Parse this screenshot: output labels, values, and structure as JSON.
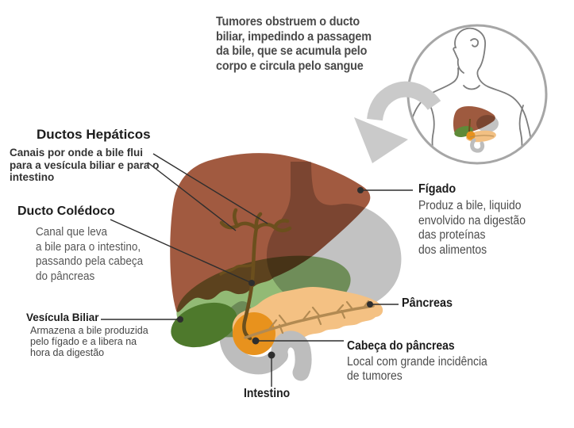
{
  "intro": {
    "text": "Tumores obstruem o ducto biliar, impedindo a passagem da bile, que se acumula pelo corpo e circula pelo sangue",
    "lines": [
      "Tumores obstruem o ducto",
      "biliar, impedindo a passagem",
      "da bile, que se acumula pelo",
      "corpo e circula pelo sangue"
    ]
  },
  "labels": {
    "ductos_hepaticos": {
      "title": "Ductos Hepáticos",
      "description": "Canais por onde a bile flui para a vesícula biliar e para o intestino",
      "lines": [
        "Canais por onde a bile flui",
        "para a vesícula biliar e para o",
        "intestino"
      ]
    },
    "ducto_coledoco": {
      "title": "Ducto Colédoco",
      "description": "Canal que leva a bile para o intestino, passando pela cabeça do pâncreas",
      "lines": [
        "Canal que leva",
        "a bile para o intestino,",
        "passando pela cabeça",
        "do pâncreas"
      ]
    },
    "vesicula_biliar": {
      "title": "Vesícula Biliar",
      "description": "Armazena a bile produzida pelo fígado e a libera na hora da digestão",
      "lines": [
        "Armazena a bile produzida",
        "pelo fígado e a libera na",
        "hora da digestão"
      ]
    },
    "figado": {
      "title": "Fígado",
      "description": "Produz a bile, liquido envolvido na digestão das proteínas dos alimentos",
      "lines": [
        "Produz a bile, liquido",
        "envolvido na digestão",
        "das proteínas",
        "dos alimentos"
      ]
    },
    "pancreas": {
      "title": "Pâncreas"
    },
    "cabeca_do_pancreas": {
      "title": "Cabeça do pâncreas",
      "description": "Local com grande incidência de tumores",
      "lines": [
        "Local com grande incidência",
        "de tumores"
      ]
    },
    "intestino": {
      "title": "Intestino"
    }
  },
  "colors": {
    "liver_brown": "#a15a40",
    "stomach_gray": "#bdbdbd",
    "bile_green": "#8cb66e",
    "gallbladder_green": "#4e792c",
    "pancreas_tan": "#f4c183",
    "pancreas_duct_tan": "#b28a52",
    "tumor_orange": "#e8921d",
    "bile_duct_brown": "#6b4f1d",
    "leader_line": "#2e2e2e",
    "arrow_gray": "#cacaca",
    "inset_ring_gray": "#a6a6a6",
    "heading_text": "#1c1c1c",
    "body_text_gray": "#4c4c4c"
  }
}
